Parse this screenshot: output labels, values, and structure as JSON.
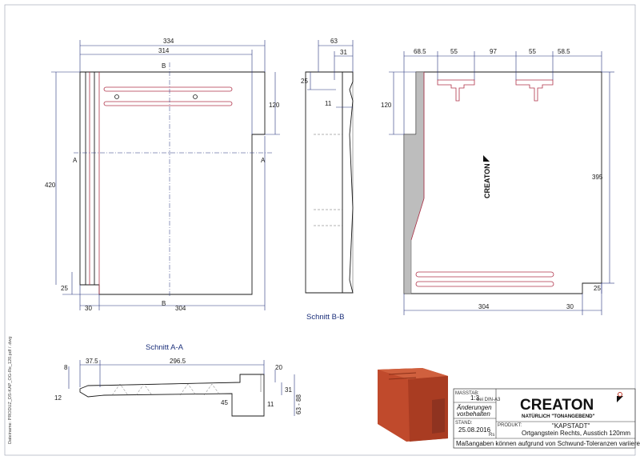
{
  "views": {
    "top": {
      "dims": {
        "w334": "334",
        "w314": "314",
        "h420": "420",
        "h120": "120",
        "h25": "25",
        "w30": "30",
        "w304": "304"
      },
      "marks": {
        "b": "B",
        "a": "A"
      }
    },
    "section_bb": {
      "title": "Schnitt B-B",
      "dims": {
        "w63": "63",
        "w31": "31",
        "h25": "25",
        "w11": "11"
      }
    },
    "bottom": {
      "dims": {
        "w68": "68.5",
        "w55a": "55",
        "w97": "97",
        "w55b": "55",
        "w58": "58.5",
        "h120": "120",
        "h395": "395",
        "h25": "25",
        "w304": "304",
        "w30": "30"
      },
      "brand_mark": "CREATON"
    },
    "section_aa": {
      "title": "Schnitt A-A",
      "dims": {
        "v8": "8",
        "w37": "37.5",
        "w296": "296.5",
        "v20": "20",
        "v31": "31",
        "v12": "12",
        "v45": "45",
        "v11": "11",
        "v63": "63 - 88"
      }
    }
  },
  "sidebar_text": "Dateiname: PRODUZ_DS-KAP_OG-Re_120.pdf / .dwg",
  "title_block": {
    "scale_label": "MASSTAB:",
    "scale_value": "1:3",
    "scale_note": "bei DIN-A3",
    "changes_line1": "Änderungen",
    "changes_line2": "vorbehalten",
    "date_label": "STAND:",
    "date_value": "25.08.2016",
    "initials": "Rs",
    "product_label": "PRODUKT:",
    "product_name": "\"KAPSTADT\"",
    "product_desc": "Ortgangstein Rechts, Ausstich 120mm",
    "logo": "CREATON",
    "tagline": "NATÜRLICH \"TONANGEBEND\"",
    "footer": "Maßangaben können aufgrund von Schwund-Toleranzen variieren"
  },
  "colors": {
    "dimension": "#27327e",
    "tile": "#b8452a",
    "accent": "#b0334a"
  }
}
